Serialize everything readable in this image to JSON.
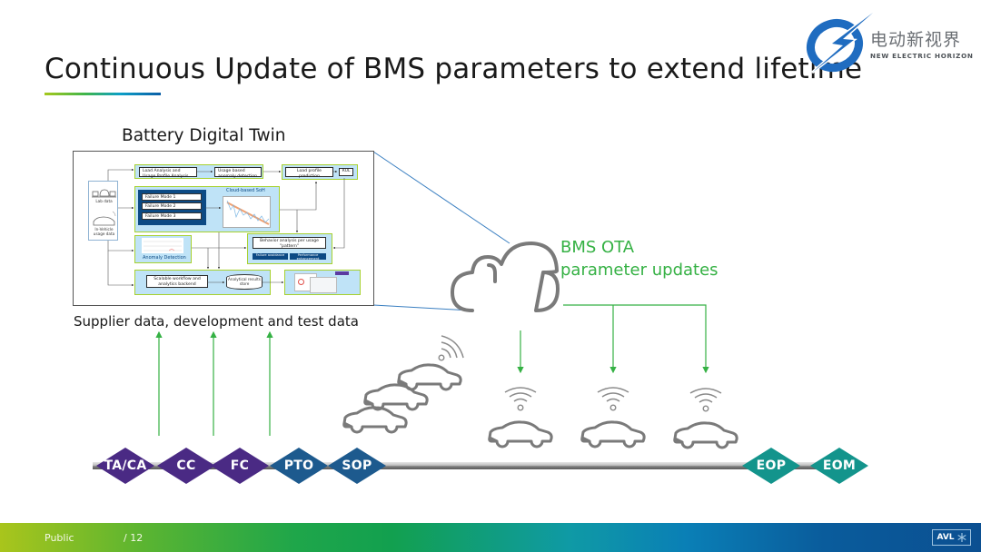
{
  "slide": {
    "title": "Continuous Update of BMS parameters to extend lifetime",
    "brand": {
      "name_cn": "电动新视界",
      "name_en": "NEW ELECTRIC HORIZON",
      "icon": "lightning-globe-logo"
    }
  },
  "digital_twin": {
    "title": "Battery Digital Twin",
    "caption": "Supplier data, development and test data",
    "inputs": {
      "lab_data": "Lab data",
      "in_vehicle": "In-Vehicle usage data"
    },
    "boxes": {
      "load_analysis": "Load Analysis and Usage Profile Analysis",
      "usage_anomaly": "Usage based anomaly detection",
      "load_profile": "Load profile prediction",
      "rul": "RUL",
      "failure_modes": [
        "Failure Mode 1",
        "Failure Mode 2",
        "Failure Mode 3"
      ],
      "cloud_soh": "Cloud-based SoH",
      "anomaly_detection": "Anomaly Detection",
      "behavior_analysis": "Behavior analysis per usage \"pattern\"",
      "failure_avoidance": "Failure avoidance",
      "performance_enhancement": "Performance enhancement",
      "scalable_workflow": "Scalable workflow and analytics backend",
      "results_store": "Analytical results store"
    }
  },
  "ota": {
    "line1": "BMS OTA",
    "line2": "parameter updates",
    "icon": "cloud-icon",
    "target_vehicles": 3
  },
  "timeline": {
    "milestones": [
      {
        "label": "TA/CA",
        "color": "#4a2a84"
      },
      {
        "label": "CC",
        "color": "#4a2a84"
      },
      {
        "label": "FC",
        "color": "#4a2a84"
      },
      {
        "label": "PTO",
        "color": "#1d5a8e"
      },
      {
        "label": "SOP",
        "color": "#1d5a8e"
      },
      {
        "label": "EOP",
        "color": "#13948c"
      },
      {
        "label": "EOM",
        "color": "#13948c"
      }
    ]
  },
  "colors": {
    "green_accent": "#35b144",
    "blue_line": "#3a7fc1",
    "icon_gray": "#7a7a7a"
  },
  "footer": {
    "classification": "Public",
    "page": "/ 12",
    "logo": "AVL"
  }
}
